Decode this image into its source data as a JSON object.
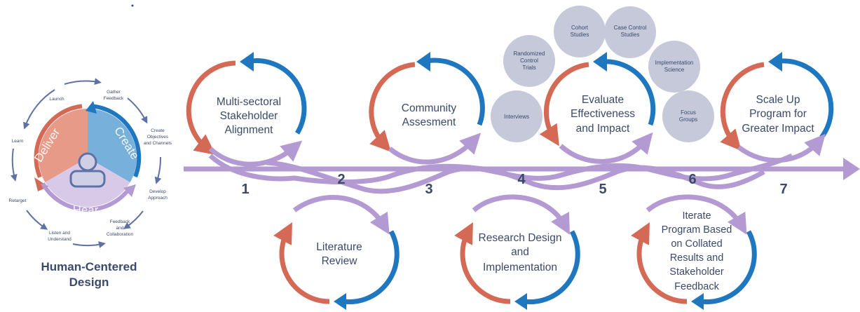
{
  "colors": {
    "red": "#d46a55",
    "blue": "#1f77c0",
    "purple": "#b39ad3",
    "text": "#3a4a6b",
    "bubble": "#c5c9da",
    "deliver": "#e89a88",
    "create": "#78b0dc",
    "hear": "#d8c9e8"
  },
  "hcd": {
    "title_line1": "Human-Centered",
    "title_line2": "Design",
    "segments": {
      "deliver": "Deliver",
      "create": "Create",
      "hear": "Hear"
    },
    "icon": "person-icon",
    "cycle": {
      "gather": [
        "Gather",
        "Feedback"
      ],
      "launch": "Launch",
      "create_obj": [
        "Create",
        "Objectives",
        "and Channels"
      ],
      "learn": "Learn",
      "develop": [
        "Develop",
        "Approach"
      ],
      "retarget": "Retarget",
      "feedback": [
        "Feedback",
        "and",
        "Collaboration"
      ],
      "listen": [
        "Listen and",
        "Understand"
      ]
    }
  },
  "steps": [
    {
      "number": "1",
      "lines": [
        "Multi-sectoral",
        "Stakeholder",
        "Alignment"
      ]
    },
    {
      "number": "2",
      "lines": [
        "Literature",
        "Review"
      ]
    },
    {
      "number": "3",
      "lines": [
        "Community",
        "Assesment"
      ]
    },
    {
      "number": "4",
      "lines": [
        "Research Design",
        "and",
        "Implementation"
      ]
    },
    {
      "number": "5",
      "lines": [
        "Evaluate",
        "Effectiveness",
        "and Impact"
      ]
    },
    {
      "number": "6",
      "lines": [
        "Iterate",
        "Program Based",
        "on Collated",
        "Results and",
        "Stakeholder",
        "Feedback"
      ]
    },
    {
      "number": "7",
      "lines": [
        "Scale Up",
        "Program for",
        "Greater Impact"
      ]
    }
  ],
  "bubbles": [
    {
      "id": "cohort",
      "lines": [
        "Cohort",
        "Studies"
      ]
    },
    {
      "id": "case-control",
      "lines": [
        "Case Control",
        "Studies"
      ]
    },
    {
      "id": "randomized",
      "lines": [
        "Randomized",
        "Control",
        "Trials"
      ]
    },
    {
      "id": "implementation-science",
      "lines": [
        "Implementation",
        "Science"
      ]
    },
    {
      "id": "interviews",
      "lines": [
        "Interviews"
      ]
    },
    {
      "id": "focus-groups",
      "lines": [
        "Focus",
        "Groups"
      ]
    }
  ]
}
